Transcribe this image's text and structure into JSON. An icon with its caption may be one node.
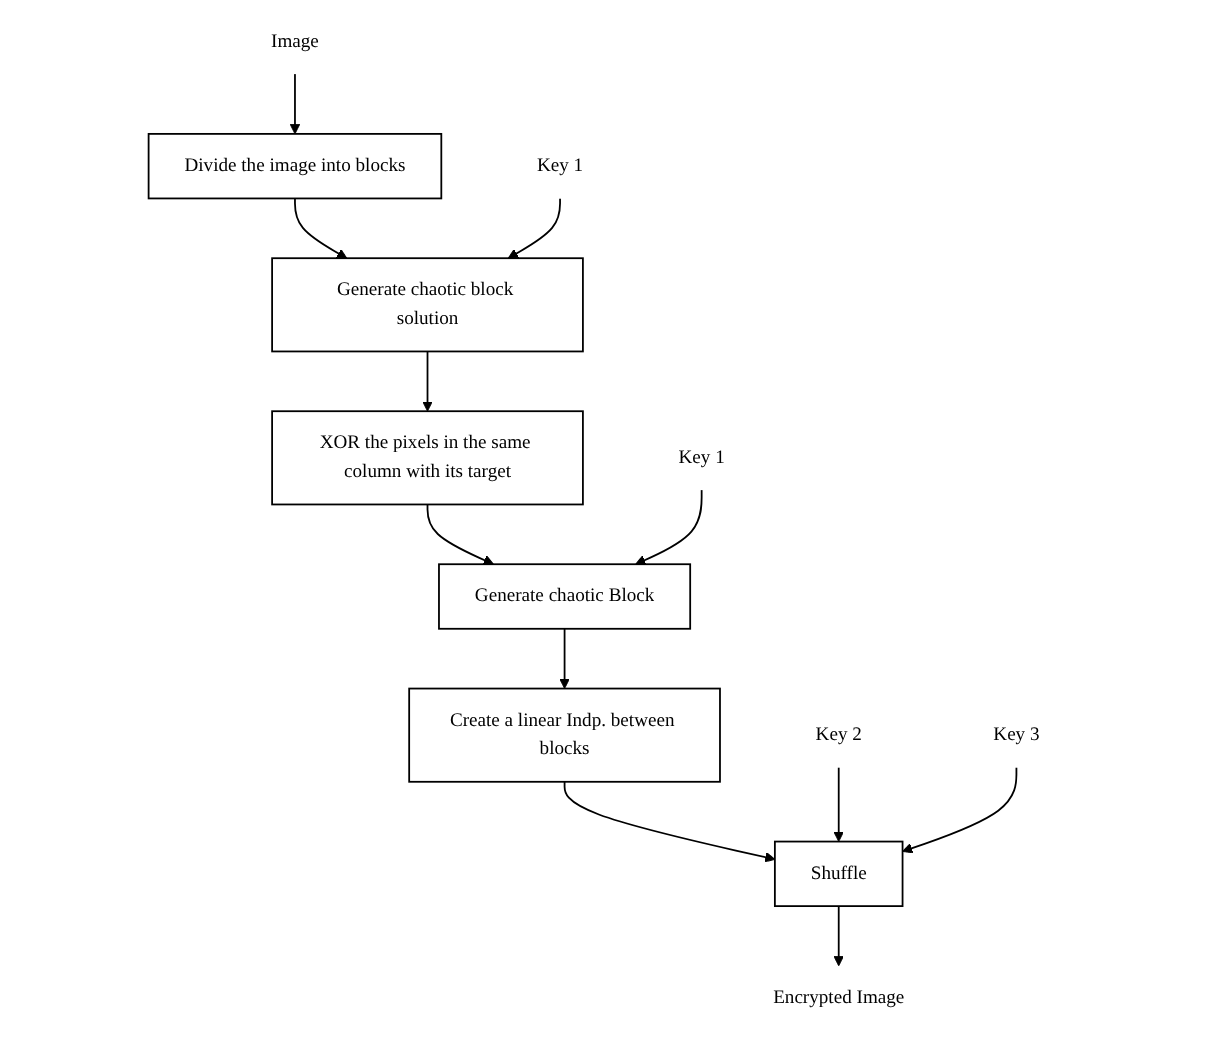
{
  "diagram": {
    "nodes": [
      {
        "text": [
          "Image"
        ]
      },
      {
        "text": [
          "Divide the image into blocks"
        ]
      },
      {
        "text": [
          "Generate chaotic block solution"
        ]
      },
      {
        "text": [
          "XOR the pixels in the same column with its target"
        ]
      },
      {
        "text": [
          "Generate chaotic Block"
        ]
      },
      {
        "text": [
          "Create a linear Indp. between blocks"
        ]
      },
      {
        "text": [
          "Shuffle"
        ]
      },
      {
        "text": [
          "Key 1"
        ]
      },
      {
        "text": [
          "Key 1"
        ]
      },
      {
        "text": [
          "Key 2"
        ]
      },
      {
        "text": [
          "Key 3"
        ]
      },
      {
        "text": [
          "Encrypted Image"
        ]
      }
    ],
    "edges": [
      {
        "from": 0,
        "to": 1,
        "arrow": "to"
      },
      {
        "from": 1,
        "to": 2,
        "arrow": "to"
      },
      {
        "from": 7,
        "to": 2,
        "arrow": "to"
      },
      {
        "from": 2,
        "to": 3,
        "arrow": "to"
      },
      {
        "from": 3,
        "to": 4,
        "arrow": "to"
      },
      {
        "from": 8,
        "to": 4,
        "arrow": "to"
      },
      {
        "from": 4,
        "to": 5,
        "arrow": "to"
      },
      {
        "from": 5,
        "to": 6,
        "arrow": "to"
      },
      {
        "from": 9,
        "to": 6,
        "arrow": "to"
      },
      {
        "from": 10,
        "to": 6,
        "arrow": "to"
      },
      {
        "from": 6,
        "to": 11,
        "arrow": "to"
      }
    ]
  }
}
